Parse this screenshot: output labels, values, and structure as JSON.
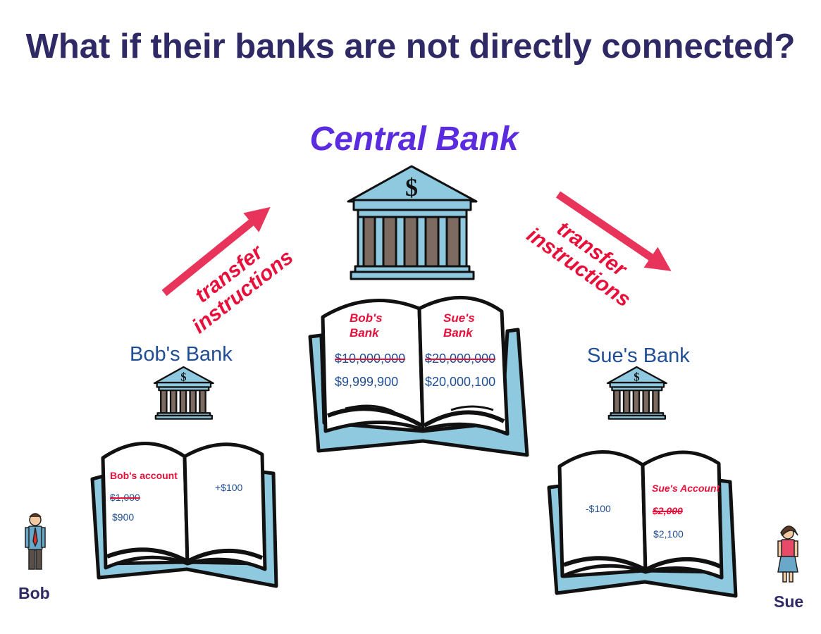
{
  "title": "What if their banks are not directly connected?",
  "central_bank": {
    "label": "Central Bank",
    "left_heading": "Bob's\nBank",
    "right_heading": "Sue's\nBank",
    "left_old": "$10,000,000",
    "left_new": "$9,999,900",
    "right_old": "$20,000,000",
    "right_new": "$20,000,100"
  },
  "bobs_bank": {
    "label": "Bob's Bank",
    "account_heading": "Bob's account",
    "old_balance": "$1,000",
    "new_balance": "$900",
    "change": "+$100"
  },
  "sues_bank": {
    "label": "Sue's Bank",
    "account_heading": "Sue's Account",
    "old_balance": "$2,000",
    "new_balance": "$2,100",
    "change": "-$100"
  },
  "arrows": {
    "left_text": "transfer\ninstructions",
    "right_text": "transfer\ninstructions"
  },
  "people": {
    "bob": "Bob",
    "sue": "Sue"
  },
  "colors": {
    "title": "#2f2a66",
    "central_label": "#5b2be0",
    "bank_label": "#1f4e94",
    "arrow": "#e8335a",
    "account_heading": "#e8103a",
    "building": "#8ec9e0",
    "pillar": "#7d6a60"
  }
}
